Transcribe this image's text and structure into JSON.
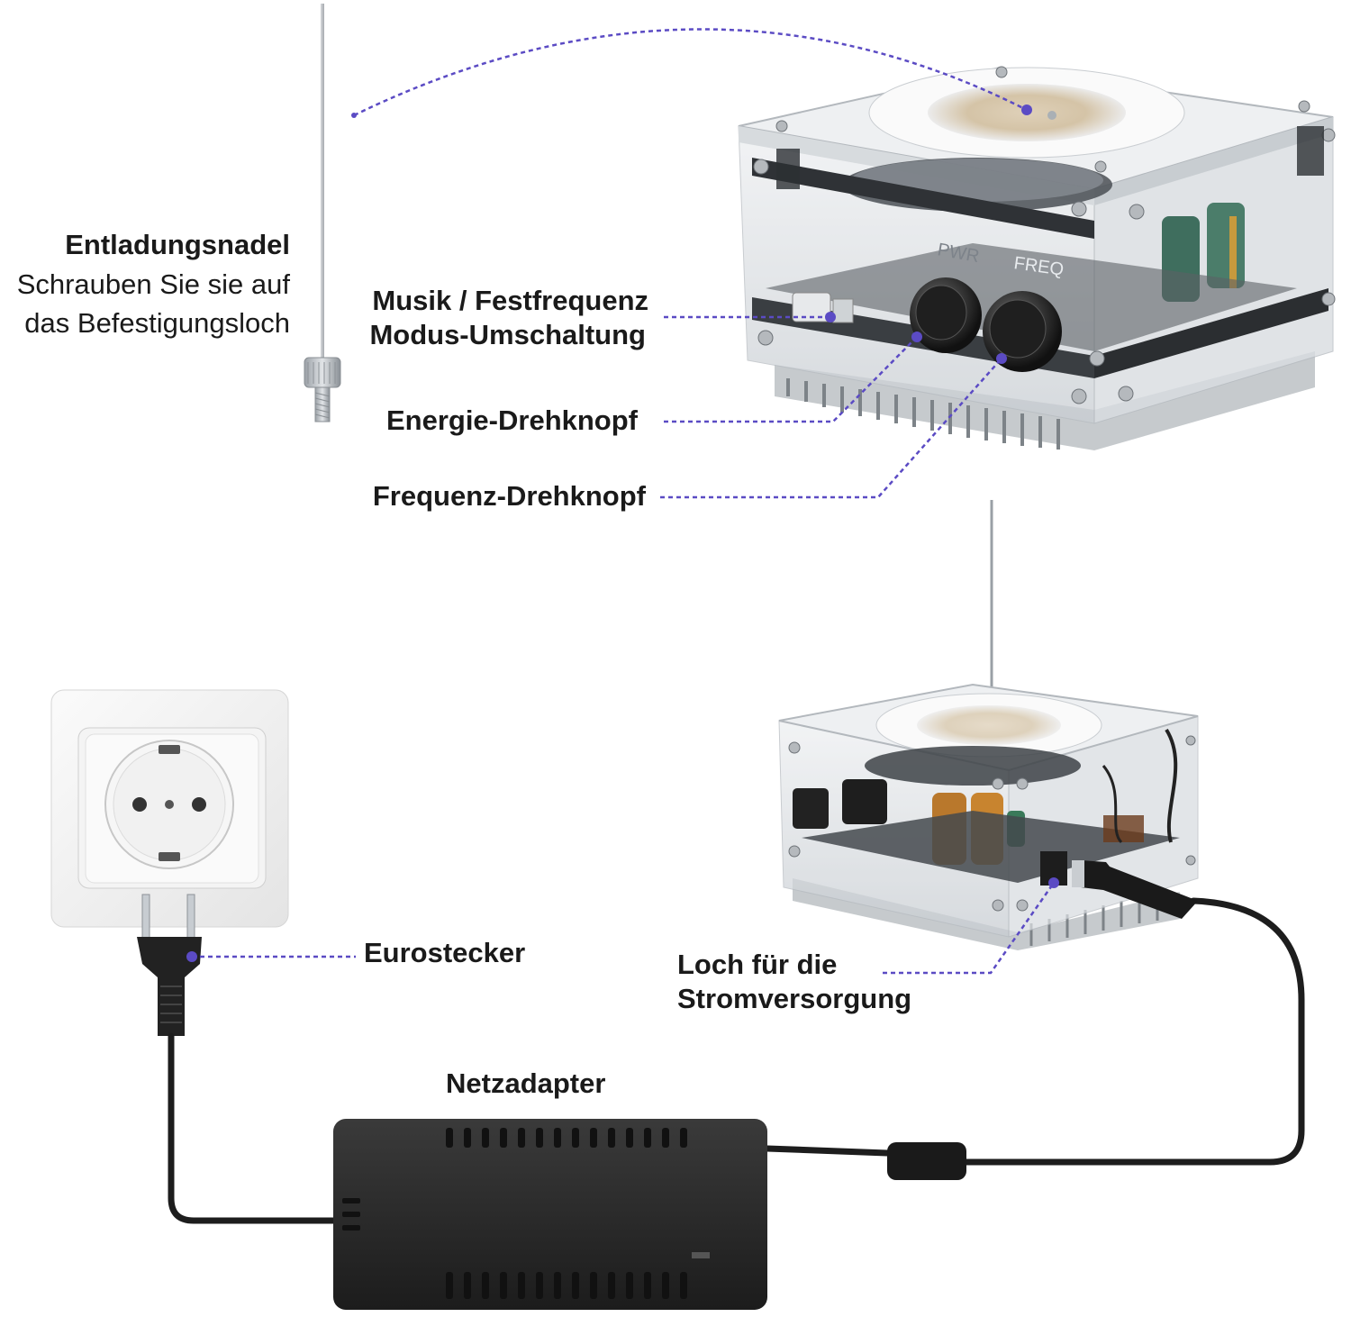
{
  "labels": {
    "needle_title": "Entladungsnadel",
    "needle_desc_1": "Schrauben Sie sie auf",
    "needle_desc_2": "das Befestigungsloch",
    "mode_1": "Musik / Festfrequenz",
    "mode_2": "Modus-Umschaltung",
    "power_knob": "Energie-Drehknopf",
    "freq_knob": "Frequenz-Drehknopf",
    "plug": "Eurostecker",
    "power_hole_1": "Loch für die",
    "power_hole_2": "Stromversorgung",
    "adapter": "Netzadapter"
  },
  "device_markings": {
    "pwr": "PWR",
    "freq": "FREQ"
  },
  "colors": {
    "leader": "#5b4bc4",
    "text": "#1a1a1a"
  }
}
